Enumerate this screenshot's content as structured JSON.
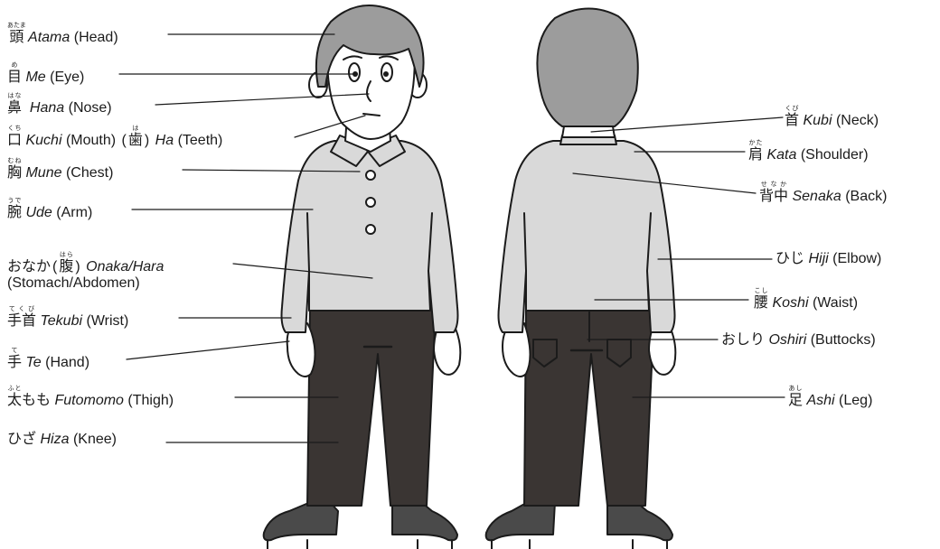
{
  "labels": {
    "atama": {
      "kanji": "頭",
      "furigana": "あたま",
      "romaji": "Atama",
      "english": "(Head)"
    },
    "me": {
      "kanji": "目",
      "furigana": "め",
      "romaji": "Me",
      "english": "(Eye)"
    },
    "hana": {
      "kanji": "鼻",
      "furigana": "はな",
      "romaji": "Hana",
      "english": "(Nose)"
    },
    "kuchi": {
      "kanji": "口",
      "furigana": "くち",
      "romaji": "Kuchi",
      "english": "(Mouth)",
      "kanji2": "歯",
      "furigana2": "は",
      "romaji2": "Ha",
      "english2": "(Teeth)"
    },
    "mune": {
      "kanji": "胸",
      "furigana": "むね",
      "romaji": "Mune",
      "english": "(Chest)"
    },
    "ude": {
      "kanji": "腕",
      "furigana": "うで",
      "romaji": "Ude",
      "english": "(Arm)"
    },
    "onaka": {
      "kana": "おなか",
      "kanji": "腹",
      "furigana": "はら",
      "romaji": "Onaka/Hara",
      "english": "(Stomach/Abdomen)"
    },
    "tekubi": {
      "kanji": "手首",
      "furigana": "てくび",
      "romaji": "Tekubi",
      "english": "(Wrist)"
    },
    "te": {
      "kanji": "手",
      "furigana": "て",
      "romaji": "Te",
      "english": "(Hand)"
    },
    "futomomo": {
      "kanji": "太",
      "furigana": "ふと",
      "kana": "もも",
      "romaji": "Futomomo",
      "english": "(Thigh)"
    },
    "hiza": {
      "kana": "ひざ",
      "romaji": "Hiza",
      "english": "(Knee)"
    },
    "kubi": {
      "kanji": "首",
      "furigana": "くび",
      "romaji": "Kubi",
      "english": "(Neck)"
    },
    "kata": {
      "kanji": "肩",
      "furigana": "かた",
      "romaji": "Kata",
      "english": "(Shoulder)"
    },
    "senaka": {
      "kanji": "背中",
      "furigana": "せなか",
      "romaji": "Senaka",
      "english": "(Back)"
    },
    "hiji": {
      "kana": "ひじ",
      "romaji": "Hiji",
      "english": "(Elbow)"
    },
    "koshi": {
      "kanji": "腰",
      "furigana": "こし",
      "romaji": "Koshi",
      "english": "(Waist)"
    },
    "oshiri": {
      "kana": "おしり",
      "romaji": "Oshiri",
      "english": "(Buttocks)"
    },
    "ashi": {
      "kanji": "足",
      "furigana": "あし",
      "romaji": "Ashi",
      "english": "(Leg)"
    }
  },
  "colors": {
    "hair": "#9c9c9c",
    "shirt": "#d9d9d9",
    "pants": "#3a3533",
    "shoes": "#4a4a4a",
    "skin": "#ffffff",
    "outline": "#1b1b1b"
  }
}
